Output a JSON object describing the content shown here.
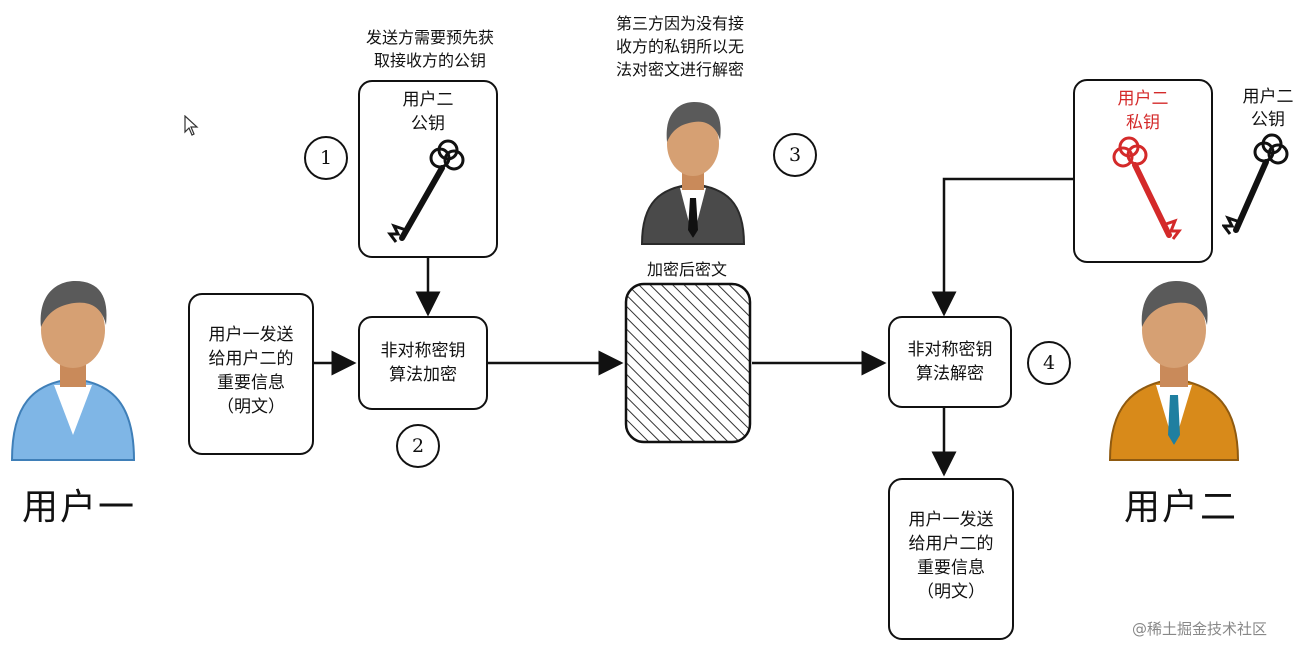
{
  "users": {
    "user1_name": "用户一",
    "user2_name": "用户二"
  },
  "notes": {
    "sender_note": "发送方需要预先获\n取接收方的公钥",
    "third_party_note": "第三方因为没有接\n收方的私钥所以无\n法对密文进行解密",
    "ciphertext_label": "加密后密文",
    "public_key_side_label": "用户二\n公钥"
  },
  "boxes": {
    "plaintext_in": "用户一发送\n给用户二的\n重要信息\n（明文）",
    "public_key": "用户二\n公钥",
    "encrypt": "非对称密钥\n算法加密",
    "private_key": "用户二\n私钥",
    "decrypt": "非对称密钥\n算法解密",
    "plaintext_out": "用户一发送\n给用户二的\n重要信息\n（明文）"
  },
  "steps": [
    "1",
    "2",
    "3",
    "4"
  ],
  "colors": {
    "private_key": "#d42a2a",
    "line": "#111111",
    "user1_shirt": "#7fb6e6",
    "user2_shirt": "#d88a1a"
  },
  "watermark": "@稀土掘金技术社区"
}
